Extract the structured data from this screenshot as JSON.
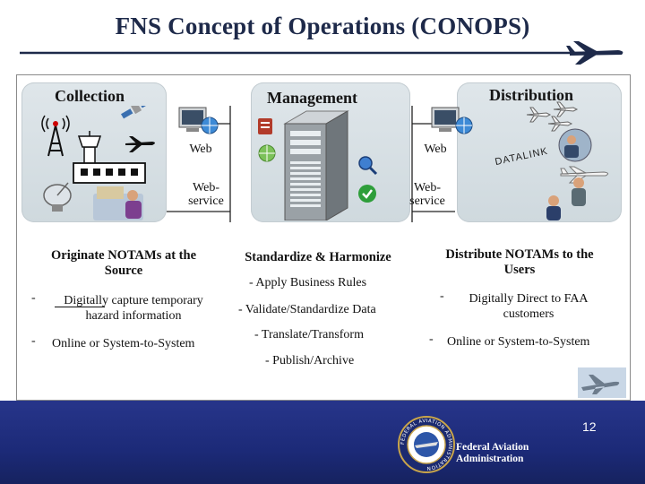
{
  "slide": {
    "title": "FNS Concept of Operations (CONOPS)",
    "page_number": "12"
  },
  "collection": {
    "heading": "Collection",
    "icons": [
      "radio-tower-icon",
      "satellite-icon",
      "control-tower-icon",
      "airplane-icon",
      "satellite-dish-icon",
      "airport-worker-icon"
    ]
  },
  "management": {
    "heading": "Management",
    "web_label": "Web",
    "web_service_label": "Web-\nservice",
    "icons": [
      "server-icon",
      "document-icon",
      "magnifier-icon",
      "checkmark-icon",
      "globe-icon"
    ]
  },
  "distribution": {
    "heading": "Distribution",
    "web_label": "Web",
    "web_service_label": "Web-\nservice",
    "datalink_label": "DATALINK",
    "icons": [
      "computer-icon",
      "aircraft-formation-icon",
      "pilot-icon",
      "airliner-icon",
      "pilots-icon"
    ]
  },
  "originate": {
    "heading": "Originate NOTAMs at the Source",
    "items": [
      {
        "dash": "-",
        "text": "Digitally capture temporary hazard information"
      },
      {
        "dash": "-",
        "text": "Online or System-to-System"
      }
    ]
  },
  "harmonize": {
    "heading": "Standardize & Harmonize",
    "items": [
      "- Apply Business Rules",
      "- Validate/Standardize Data",
      "- Translate/Transform",
      "- Publish/Archive"
    ]
  },
  "distribute": {
    "heading": "Distribute NOTAMs to the Users",
    "items": [
      {
        "dash": "-",
        "text": "Digitally Direct to FAA customers"
      },
      {
        "dash": "-",
        "text": "Online or System-to-System"
      }
    ]
  },
  "footer": {
    "org_name": "Federal Aviation Administration",
    "seal_text": "FEDERAL AVIATION ADMINISTRATION"
  },
  "colors": {
    "title": "#1e2a4a",
    "footer_bg": "#1c2a78",
    "box_bg": "#d6dfe4"
  }
}
